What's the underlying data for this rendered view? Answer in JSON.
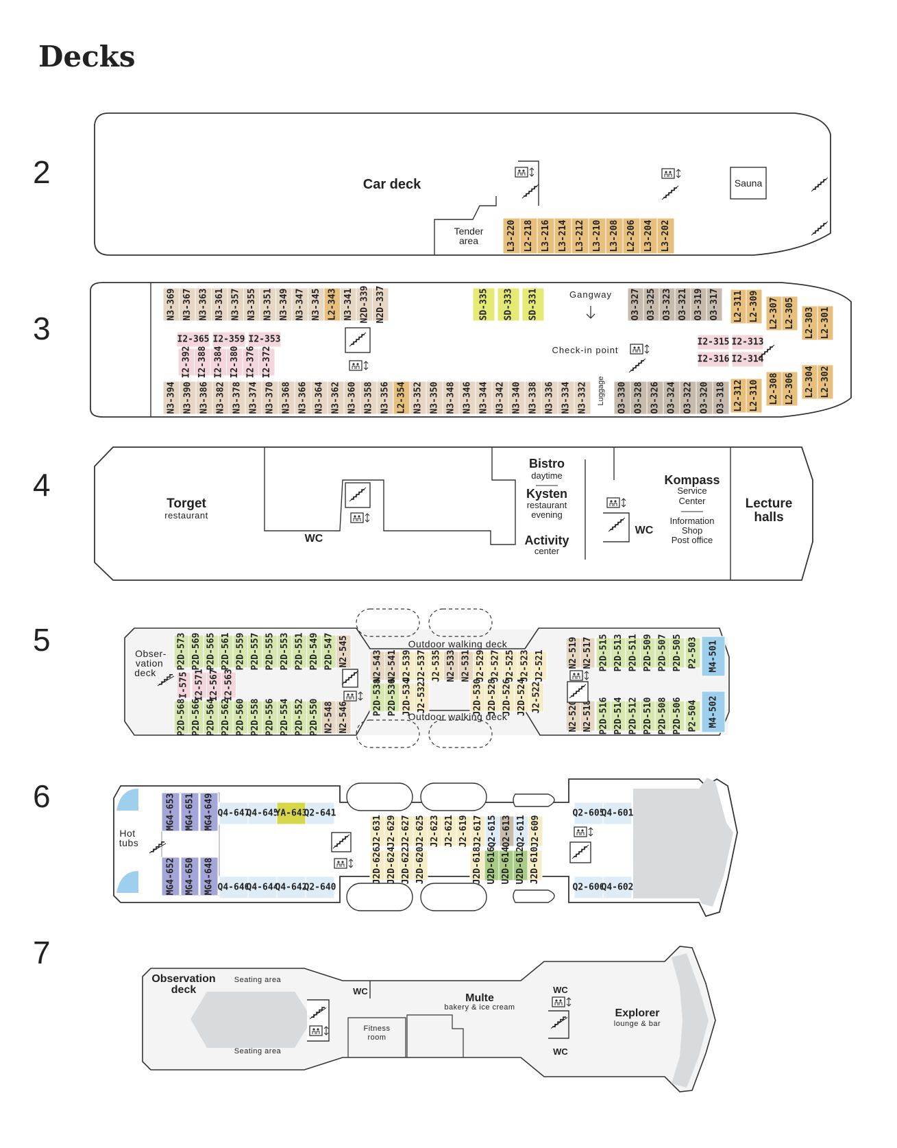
{
  "title": "Decks",
  "colors": {
    "L": "#e8c07e",
    "N": "#e6d6c4",
    "O": "#c7bbae",
    "I": "#f3d7dd",
    "P": "#d6e8b0",
    "J": "#f6ecc8",
    "Q": "#ddecf6",
    "MG": "#a4a6d8",
    "YA": "#d6d84a",
    "SD": "#e4ea74",
    "M": "#9ed0ee",
    "U": "#a8cc86",
    "outline": "#333333",
    "floor": "#f4f4f4",
    "explorer": "#d8dbde",
    "stair": "#222222"
  },
  "decks": [
    {
      "number": "2",
      "labels": [
        {
          "text": "Car deck"
        },
        {
          "text": "Sauna"
        },
        {
          "text": "Tender"
        },
        {
          "text": "area"
        }
      ],
      "cabins": [
        "L3-220",
        "L2-218",
        "L3-216",
        "L3-214",
        "L3-212",
        "L3-210",
        "L3-208",
        "L2-206",
        "L3-204",
        "L3-202"
      ]
    },
    {
      "number": "3",
      "labels": [
        {
          "text": "Gangway"
        },
        {
          "text": "Check-in point"
        },
        {
          "text": "Luggage"
        }
      ],
      "cabins_top": [
        "N3-369",
        "N3-367",
        "N3-363",
        "N3-361",
        "N3-357",
        "N3-355",
        "N3-351",
        "N3-349",
        "N3-347",
        "N3-345",
        "L2-343",
        "N3-341",
        "N2D-339",
        "N2D-337"
      ],
      "cabins_sd": [
        "SD-335",
        "SD-333",
        "SD-331"
      ],
      "cabins_top_right": [
        "O3-327",
        "O3-325",
        "O3-323",
        "O3-321",
        "O3-319",
        "O3-317",
        "L2-311",
        "L2-309",
        "L2-307",
        "L2-305",
        "L2-303",
        "L2-301"
      ],
      "cabins_inner_row1": [
        "I2-365",
        "I2-359",
        "I2-353"
      ],
      "cabins_inner_row2": [
        "I2-392",
        "I2-388",
        "I2-384",
        "I2-380",
        "I2-376",
        "I2-372"
      ],
      "cabins_inner_right": [
        "I2-315",
        "I2-313",
        "I2-316",
        "I2-314"
      ],
      "cabins_bottom": [
        "N3-394",
        "N3-390",
        "N3-386",
        "N3-382",
        "N3-378",
        "N3-374",
        "N3-370",
        "N3-368",
        "N3-366",
        "N3-364",
        "N3-362",
        "N3-360",
        "N3-358",
        "N3-356",
        "L2-354",
        "N3-352",
        "N3-350",
        "N3-348",
        "N3-346",
        "N3-344",
        "N3-342",
        "N3-340",
        "N3-338",
        "N3-336",
        "N3-334",
        "N3-332"
      ],
      "cabins_bottom_right": [
        "O3-330",
        "O3-328",
        "O3-326",
        "O3-324",
        "O3-322",
        "O3-320",
        "O3-318",
        "L2-312",
        "L2-310",
        "L2-308",
        "L2-306",
        "L2-304",
        "L2-302"
      ]
    },
    {
      "number": "4",
      "labels": {
        "torget": "Torget",
        "torget_sub": "restaurant",
        "wc": "WC",
        "bistro": "Bistro",
        "bistro_sub": "daytime",
        "kysten": "Kysten",
        "kysten_sub1": "restaurant",
        "kysten_sub2": "evening",
        "activity": "Activity",
        "activity_sub": "center",
        "kompass": "Kompass",
        "kompass_sub1": "Service",
        "kompass_sub2": "Center",
        "info1": "Information",
        "info2": "Shop",
        "info3": "Post office",
        "wc2": "WC",
        "lecture1": "Lecture",
        "lecture2": "halls"
      }
    },
    {
      "number": "5",
      "labels": {
        "obs1": "Obser-",
        "obs2": "vation",
        "obs3": "deck",
        "walk_top": "Outdoor walking deck",
        "walk_bottom": "Outdoor walking deck"
      },
      "cabins_top_left": [
        "P2D-573",
        "P2D-569",
        "P2D-565",
        "P2D-561",
        "P2D-559",
        "P2D-557",
        "P2D-555",
        "P2D-553",
        "P2D-551",
        "P2D-549",
        "P2D-547",
        "N2-545"
      ],
      "cabins_i_left": [
        "I-575",
        "I2-571",
        "I2-567",
        "I2-563"
      ],
      "cabins_bottom_left": [
        "P2D-568",
        "P2D-566",
        "P2D-564",
        "P2D-562",
        "P2D-560",
        "P2D-558",
        "P2D-556",
        "P2D-554",
        "P2D-552",
        "P2D-550",
        "N2-548",
        "N2-546"
      ],
      "cabins_mid_top": [
        "N2-543",
        "N2-541",
        "J2-539",
        "J2-537",
        "J2-535",
        "N2-533",
        "N2-531",
        "J2-529",
        "J2-527",
        "J2-525",
        "J2-523",
        "J2-521"
      ],
      "cabins_mid_bottom": [
        "P2D-538",
        "P2D-536",
        "J2D-534",
        "J2-532",
        "J2D-530",
        "J2D-528",
        "J2D-526",
        "J2D-524",
        "J2-522"
      ],
      "cabins_top_right": [
        "N2-519",
        "N2-517",
        "P2D-515",
        "P2D-513",
        "P2D-511",
        "P2D-509",
        "P2D-507",
        "P2D-505",
        "P2-503",
        "M4-501"
      ],
      "cabins_bottom_right": [
        "N2-520",
        "N2-518",
        "P2D-516",
        "P2D-514",
        "P2D-512",
        "P2D-510",
        "P2D-508",
        "P2D-506",
        "P2-504",
        "M4-502"
      ]
    },
    {
      "number": "6",
      "labels": {
        "hot1": "Hot",
        "hot2": "tubs"
      },
      "cabins_mg_top": [
        "MG4-653",
        "MG4-651",
        "MG4-649"
      ],
      "cabins_mg_bottom": [
        "MG4-652",
        "MG4-650",
        "MG4-648"
      ],
      "cabins_q_top": [
        "Q4-647",
        "Q4-645",
        "YA-643",
        "Q2-641"
      ],
      "cabins_q_bottom": [
        "Q4-646",
        "Q4-644",
        "Q4-642",
        "Q2-640"
      ],
      "cabins_mid_top": [
        "J2-631",
        "J2-629",
        "J2-627",
        "J2-625",
        "J2-623",
        "J2-621",
        "J2-619",
        "J2-617",
        "Q2-615",
        "O2-613",
        "Q2-611",
        "J2-609"
      ],
      "cabins_mid_bottom": [
        "J2D-626",
        "J2D-624",
        "J2D-622",
        "J2D-620",
        "J2D-618",
        "U2D-616",
        "U2D-614",
        "U2D-612",
        "J2D-610"
      ],
      "cabins_right_top": [
        "Q2-605",
        "Q4-601"
      ],
      "cabins_right_bottom": [
        "Q2-606",
        "Q4-602"
      ]
    },
    {
      "number": "7",
      "labels": {
        "obs1": "Observation",
        "obs2": "deck",
        "seat_top": "Seating area",
        "seat_bottom": "Seating area",
        "wc": "WC",
        "fitness1": "Fitness",
        "fitness2": "room",
        "multe": "Multe",
        "multe_sub": "bakery & ice cream",
        "wc2": "WC",
        "wc3": "WC",
        "explorer": "Explorer",
        "explorer_sub": "lounge & bar"
      }
    }
  ]
}
